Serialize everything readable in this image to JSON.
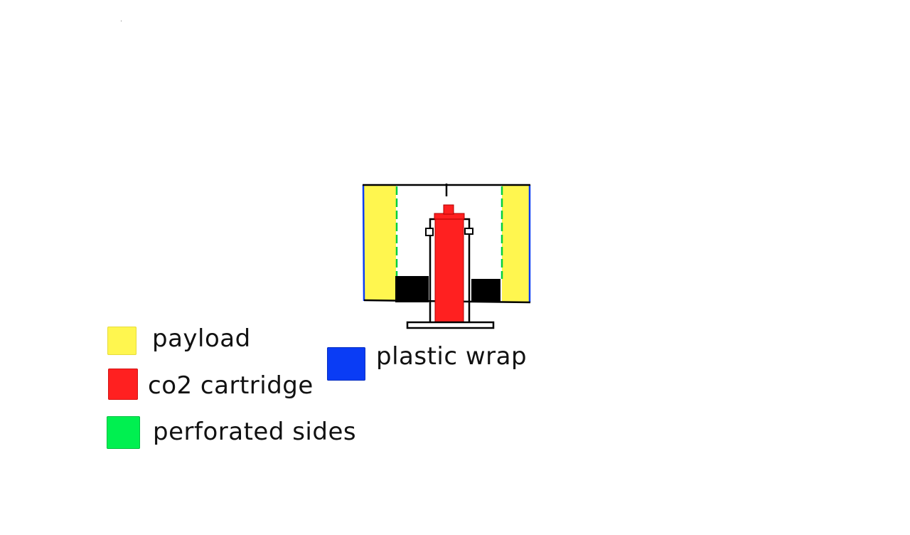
{
  "legend": [
    {
      "label": "payload",
      "color": "#fff64f",
      "border_color": "#e6dc3c"
    },
    {
      "label": "co2 cartridge",
      "color": "#ff2020",
      "border_color": "#d31515"
    },
    {
      "label": "perforated sides",
      "color": "#00f050",
      "border_color": "#00c040"
    },
    {
      "label": "plastic wrap",
      "color": "#0a3cf5",
      "border_color": "#0830c0"
    }
  ],
  "colors": {
    "outline": "#000000",
    "background": "#ffffff"
  }
}
